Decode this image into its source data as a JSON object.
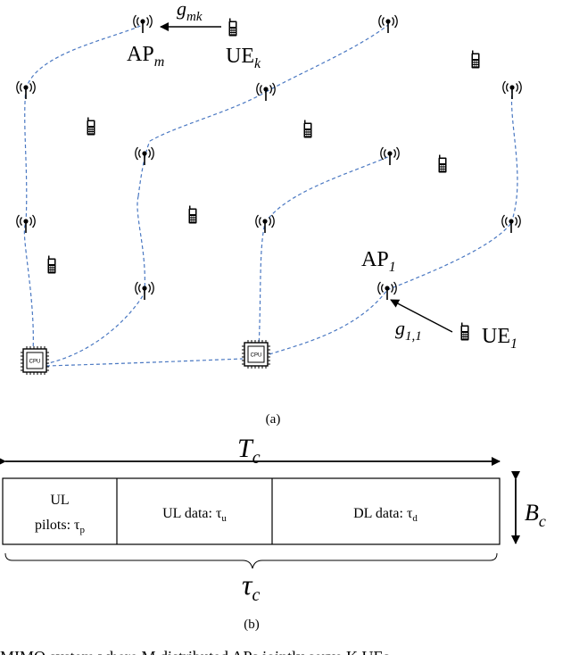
{
  "panel_a": {
    "caption": "(a)",
    "ap_m_label": {
      "base": "AP",
      "sub": "m"
    },
    "ue_k_label": {
      "base": "UE",
      "sub": "k"
    },
    "g_mk_label": {
      "base": "g",
      "sub": "mk"
    },
    "ap_1_label": {
      "base": "AP",
      "sub": "1"
    },
    "ue_1_label": {
      "base": "UE",
      "sub": "1"
    },
    "g_11_label": {
      "base": "g",
      "sub": "1,1"
    },
    "cpu_text": "CPU"
  },
  "panel_b": {
    "caption": "(b)",
    "tc_label": {
      "base": "T",
      "sub": "c"
    },
    "bc_label": {
      "base": "B",
      "sub": "c"
    },
    "tau_c_label": {
      "base": "τ",
      "sub": "c"
    },
    "cells": [
      {
        "line1": "UL",
        "line2": "pilots: τ",
        "sub": "p"
      },
      {
        "line1": "",
        "line2": "UL data: τ",
        "sub": "u"
      },
      {
        "line1": "",
        "line2": "DL data: τ",
        "sub": "d"
      }
    ]
  },
  "bottom_text": "MIMO system where M distributed APs jointly serve K UEs"
}
